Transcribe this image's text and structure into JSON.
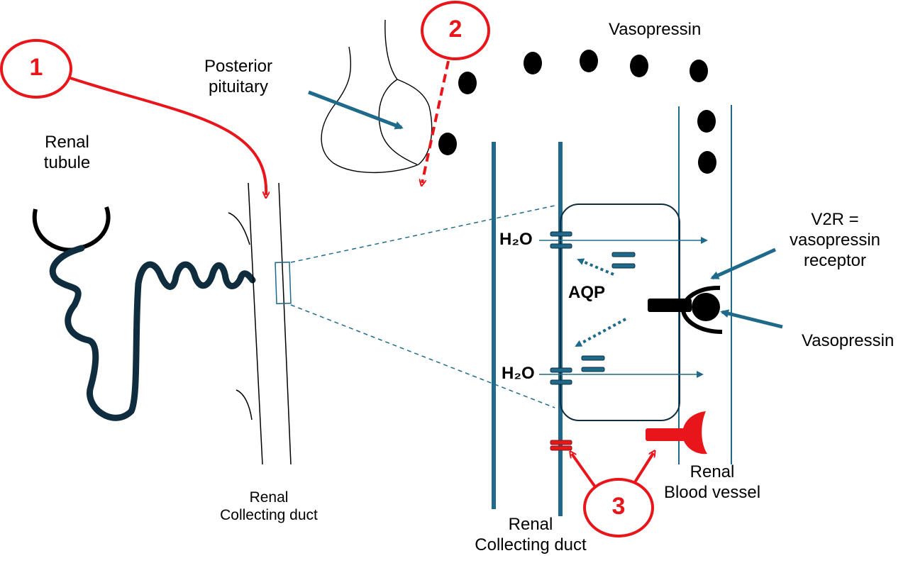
{
  "labels": {
    "vasopressin_top": "Vasopressin",
    "posterior_pituitary_line1": "Posterior",
    "posterior_pituitary_line2": "pituitary",
    "renal_tubule_line1": "Renal",
    "renal_tubule_line2": "tubule",
    "renal_collecting_duct_small_line1": "Renal",
    "renal_collecting_duct_small_line2": "Collecting duct",
    "h2o_top": "H₂O",
    "h2o_bottom": "H₂O",
    "aqp": "AQP",
    "v2r_line1": "V2R =",
    "v2r_line2": "vasopressin",
    "v2r_line3": "receptor",
    "vasopressin_right": "Vasopressin",
    "renal_blood_vessel_line1": "Renal",
    "renal_blood_vessel_line2": "Blood vessel",
    "renal_collecting_duct_large_line1": "Renal",
    "renal_collecting_duct_large_line2": "Collecting duct"
  },
  "markers": [
    "1",
    "2",
    "3"
  ],
  "colors": {
    "red": "#e8161b",
    "blue": "#1f6a8a",
    "dark_tubule": "#0f2d3e",
    "black": "#000000"
  }
}
